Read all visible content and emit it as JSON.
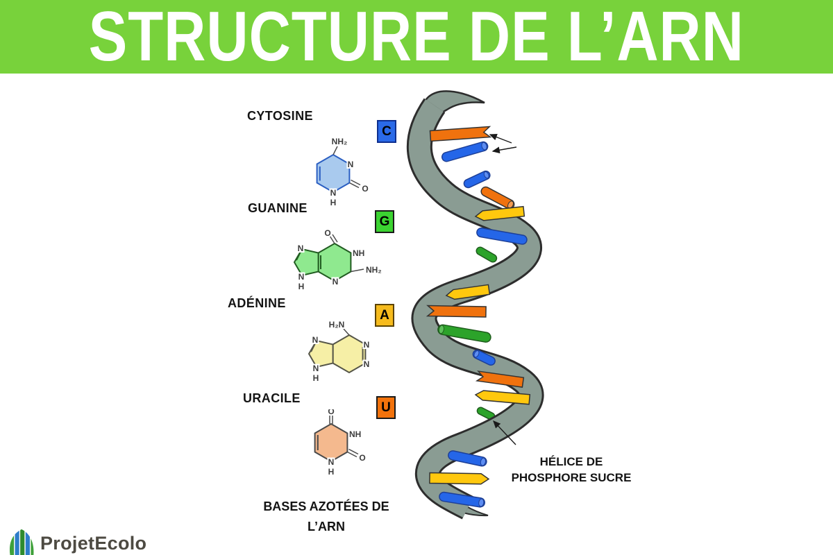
{
  "header": {
    "title": "STRUCTURE DE L’ARN",
    "background": "#78d23b",
    "text_color": "#ffffff"
  },
  "bases": [
    {
      "name": "CYTOSINE",
      "letter": "C",
      "badge_color": "#2a6ae8",
      "badge_border": "#0e2f8f",
      "ring_color": "#a9caee",
      "atoms": {
        "amine": "NH₂",
        "n_right": "N",
        "oxygen": "O",
        "n_bottom": "N",
        "h_bottom": "H"
      }
    },
    {
      "name": "GUANINE",
      "letter": "G",
      "badge_color": "#3bd331",
      "badge_border": "#1a1a1a",
      "ring_color": "#8fe98f",
      "atoms": {
        "oxygen": "O",
        "nh": "NH",
        "amine": "NH₂",
        "n_bottom": "N",
        "n_ring5_top": "N",
        "n_ring5_bottom": "N",
        "h": "H"
      }
    },
    {
      "name": "ADÉNINE",
      "letter": "A",
      "badge_color": "#f6bb1d",
      "badge_border": "#5b4300",
      "ring_color": "#f6efa6",
      "atoms": {
        "amine": "H₂N",
        "n_upper_right": "N",
        "n_lower_right": "N",
        "n_ring5_top": "N",
        "n_ring5_bottom": "N",
        "h": "H"
      }
    },
    {
      "name": "URACILE",
      "letter": "U",
      "badge_color": "#f2720c",
      "badge_border": "#1a1a1a",
      "ring_color": "#f4b98e",
      "atoms": {
        "o_top": "O",
        "nh": "NH",
        "o_right": "O",
        "n_bottom": "N",
        "h": "H"
      }
    }
  ],
  "helix": {
    "ribbon_color": "#8a9c93",
    "bar_colors": {
      "orange": "#f0720e",
      "blue": "#2566e8",
      "yellow": "#ffc80e",
      "green": "#2ca32a"
    },
    "label": {
      "line1": "HÉLICE DE",
      "line2": "PHOSPHORE SUCRE"
    }
  },
  "caption": {
    "line1": "BASES AZOTÉES DE",
    "line2": "L’ARN"
  },
  "logo": {
    "text": "ProjetEcolo"
  }
}
